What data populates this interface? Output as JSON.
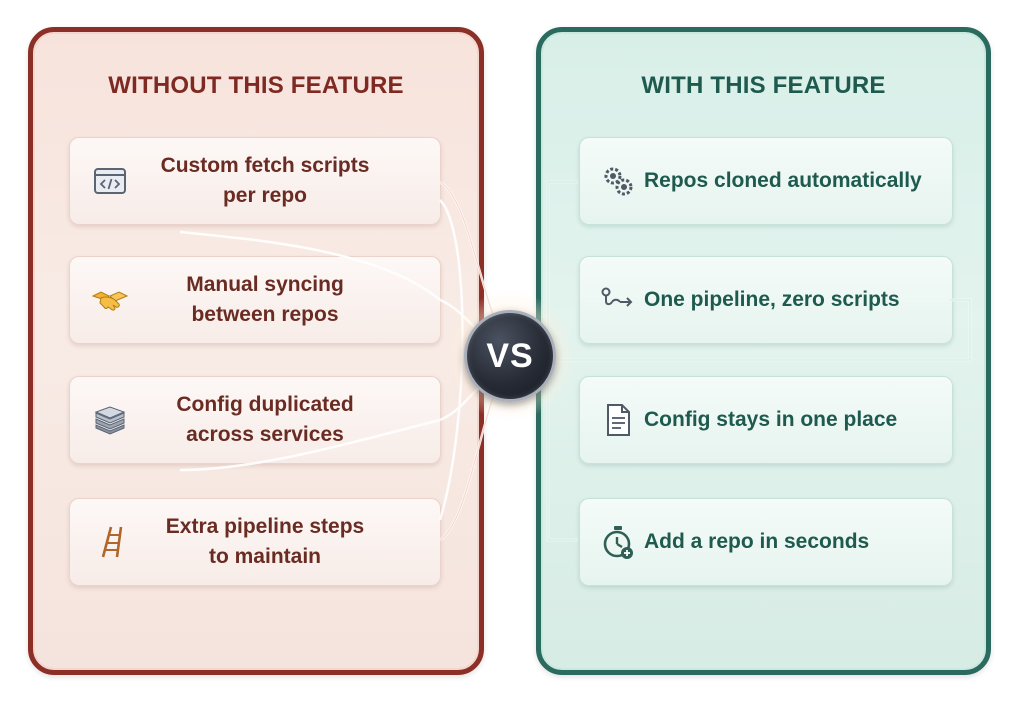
{
  "left_panel": {
    "title": "WITHOUT THIS FEATURE",
    "items": [
      {
        "text": "Custom fetch scripts per repo",
        "line1": "Custom fetch scripts",
        "line2": "per repo",
        "icon": "code-window-icon"
      },
      {
        "text": "Manual syncing between repos",
        "line1": "Manual syncing",
        "line2": "between repos",
        "icon": "handshake-icon"
      },
      {
        "text": "Config duplicated across services",
        "line1": "Config duplicated",
        "line2": "across services",
        "icon": "stacked-layers-icon"
      },
      {
        "text": "Extra pipeline steps to maintain",
        "line1": "Extra pipeline steps",
        "line2": "to maintain",
        "icon": "ladder-icon"
      }
    ]
  },
  "right_panel": {
    "title": "WITH THIS FEATURE",
    "items": [
      {
        "text": "Repos cloned automatically",
        "icon": "gears-icon"
      },
      {
        "text": "One pipeline, zero scripts",
        "icon": "pipeline-flow-icon"
      },
      {
        "text": "Config stays in one place",
        "icon": "document-icon"
      },
      {
        "text": "Add a repo in seconds",
        "icon": "stopwatch-plus-icon"
      }
    ]
  },
  "vs_label": "VS",
  "colors": {
    "left_accent": "#8c2f27",
    "right_accent": "#2b6b5f",
    "vs_badge": "#262b35"
  }
}
